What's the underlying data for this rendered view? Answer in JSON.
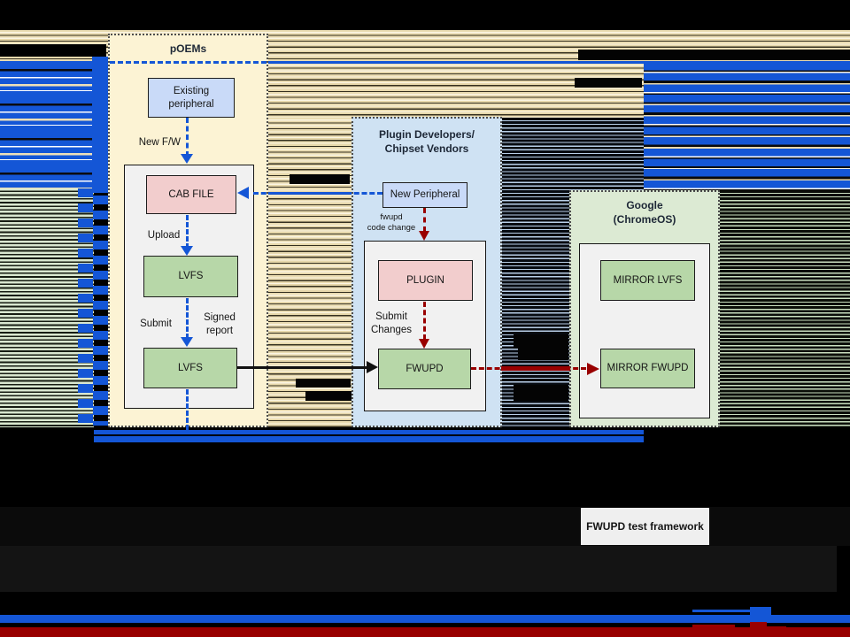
{
  "colors": {
    "accent_blue": "#1456d6",
    "accent_dark_red": "#990000",
    "poems_fill": "#fcf3d4",
    "plugin_vendors_fill": "#cfe2f3",
    "google_fill": "#dcead3",
    "panel_fill": "#f1f1f1",
    "box_blue": "#c9daf8",
    "box_pink": "#f2cdcd",
    "box_green": "#b7d7a8",
    "test_framework_fill": "#efefef"
  },
  "groups": {
    "poems": {
      "title": "pOEMs"
    },
    "plugin_vendors": {
      "title": "Plugin Developers/ Chipset Vendors"
    },
    "google": {
      "title": "Google (ChromeOS)"
    }
  },
  "boxes": {
    "existing_peripheral": "Existing peripheral",
    "cab_file": "CAB FILE",
    "lvfs_upper": "LVFS",
    "lvfs_lower": "LVFS",
    "new_peripheral": "New Peripheral",
    "plugin": "PLUGIN",
    "fwupd": "FWUPD",
    "mirror_lvfs": "MIRROR LVFS",
    "mirror_fwupd": "MIRROR FWUPD",
    "test_framework": "FWUPD test framework"
  },
  "labels": {
    "new_fw": "New F/W",
    "upload": "Upload",
    "submit": "Submit",
    "signed_report": "Signed report",
    "fwupd_code_change": "fwupd\ncode change",
    "submit_changes": "Submit Changes"
  }
}
